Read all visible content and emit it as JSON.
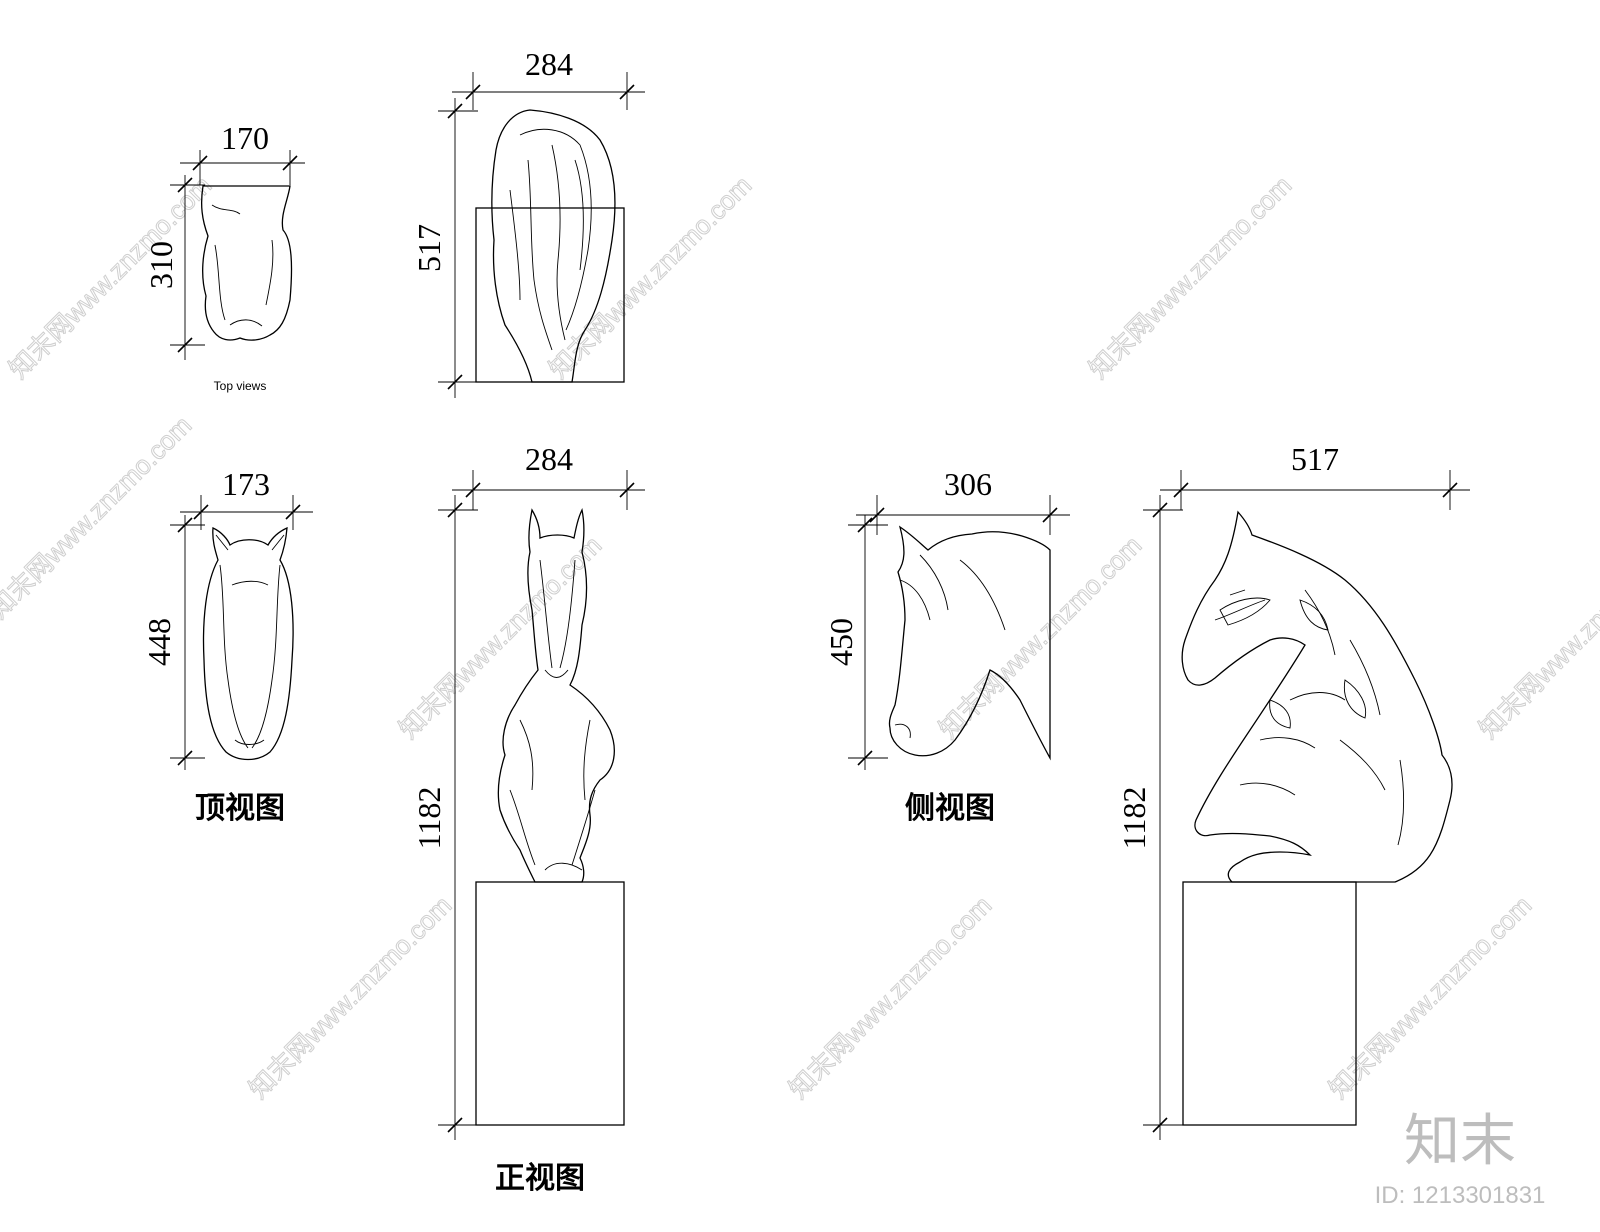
{
  "views": {
    "top_small": {
      "width": "170",
      "height": "310",
      "caption": "Top views"
    },
    "top_large": {
      "width": "284",
      "height": "517"
    },
    "top_head": {
      "width": "173",
      "height": "448",
      "caption": "顶视图"
    },
    "front": {
      "width": "284",
      "height": "1182",
      "caption": "正视图"
    },
    "side_head": {
      "width": "306",
      "height": "450",
      "caption": "侧视图"
    },
    "side_full": {
      "width": "517",
      "height": "1182"
    }
  },
  "watermark": {
    "text": "知末网www.znzmo.com",
    "logo": "知末",
    "id": "ID: 1213301831"
  }
}
